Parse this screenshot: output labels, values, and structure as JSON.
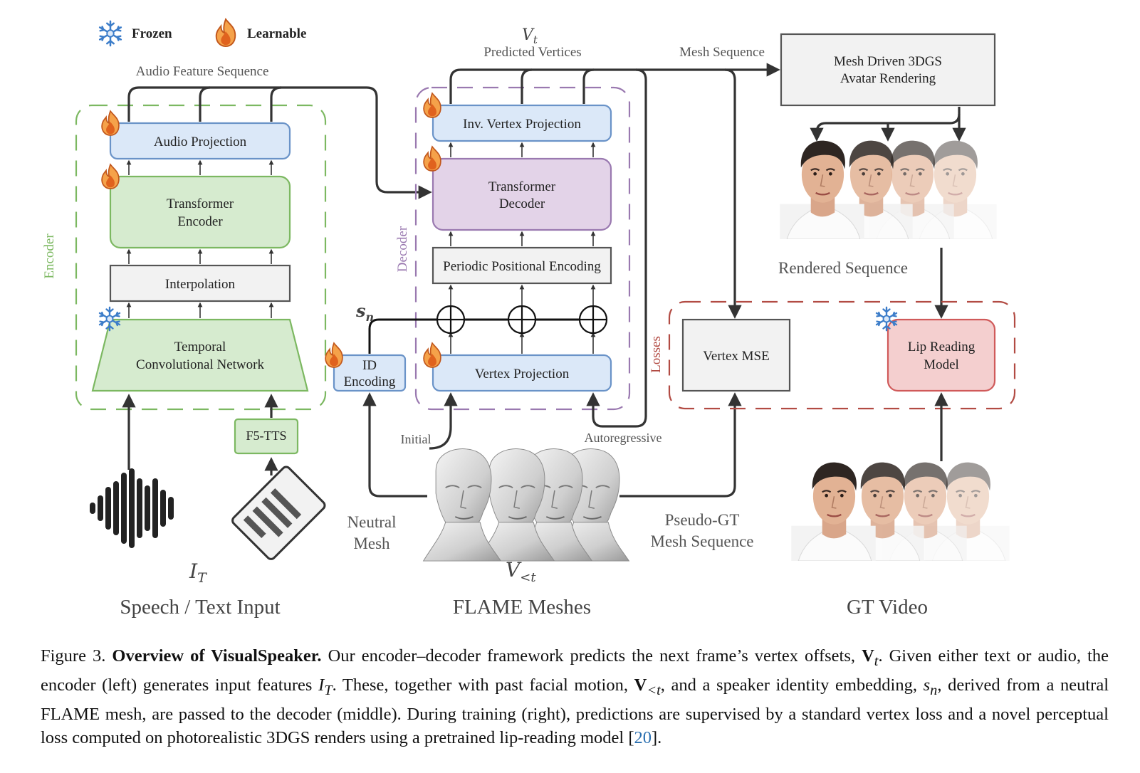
{
  "legend": {
    "frozen": "Frozen",
    "learnable": "Learnable"
  },
  "encoder": {
    "group_label": "Encoder",
    "audio_feature_sequence": "Audio Feature Sequence",
    "audio_projection": "Audio Projection",
    "transformer_encoder_l1": "Transformer",
    "transformer_encoder_l2": "Encoder",
    "interpolation": "Interpolation",
    "tcn_l1": "Temporal",
    "tcn_l2": "Convolutional Network",
    "f5_tts": "F5-TTS",
    "input_symbol": "I",
    "input_symbol_sub": "T",
    "section_title": "Speech / Text Input"
  },
  "decoder": {
    "group_label": "Decoder",
    "vt_symbol": "V",
    "vt_sub": "t",
    "predicted_vertices": "Predicted Vertices",
    "mesh_sequence": "Mesh Sequence",
    "inv_vertex_projection": "Inv. Vertex Projection",
    "transformer_decoder_l1": "Transformer",
    "transformer_decoder_l2": "Decoder",
    "periodic_positional_encoding": "Periodic Positional Encoding",
    "vertex_projection": "Vertex Projection",
    "id_encoding_l1": "ID",
    "id_encoding_l2": "Encoding",
    "sn_symbol": "s",
    "sn_sub": "n",
    "initial": "Initial",
    "autoregressive": "Autoregressive",
    "neutral_mesh_l1": "Neutral",
    "neutral_mesh_l2": "Mesh",
    "vlt_symbol": "V",
    "vlt_sub": "<t",
    "section_title": "FLAME Meshes"
  },
  "right": {
    "rendering_l1": "Mesh Driven 3DGS",
    "rendering_l2": "Avatar Rendering",
    "rendered_sequence": "Rendered Sequence",
    "losses_label": "Losses",
    "vertex_mse": "Vertex MSE",
    "lip_reading_l1": "Lip Reading",
    "lip_reading_l2": "Model",
    "pseudo_gt_l1": "Pseudo-GT",
    "pseudo_gt_l2": "Mesh Sequence",
    "section_title": "GT Video"
  },
  "caption": {
    "fig_label": "Figure 3.",
    "title": "Overview of VisualSpeaker.",
    "p1": " Our encoder–decoder framework predicts the next frame’s vertex offsets, ",
    "p1_sym": "V",
    "p1_sub": "t",
    "p2": ". Given either text or audio, the encoder (left) generates input features ",
    "p2_sym": "I",
    "p2_sub": "T",
    "p3": ". These, together with past facial motion, ",
    "p3_sym": "V",
    "p3_sub": "<t",
    "p4": ", and a speaker identity embedding, ",
    "p4_sym": "s",
    "p4_sub": "n",
    "p5": ", derived from a neutral FLAME mesh, are passed to the decoder (middle). During training (right), predictions are supervised by a standard vertex loss and a novel perceptual loss computed on photorealistic 3DGS renders using a pretrained lip-reading model [",
    "ref": "20",
    "p6": "]."
  },
  "colors": {
    "encoder_green": "#7cb861",
    "green_fill": "#d6ebcf",
    "blue_fill": "#dbe8f8",
    "blue_stroke": "#6a93c8",
    "purple_fill": "#e3d3e8",
    "purple_stroke": "#9a79b0",
    "grey_fill": "#f2f2f2",
    "red_fill": "#f4cfcf",
    "red_stroke": "#d05a5a",
    "losses_red": "#b24b43",
    "flame_orange": "#f08a2a",
    "snowflake_blue": "#3b7cc9"
  }
}
